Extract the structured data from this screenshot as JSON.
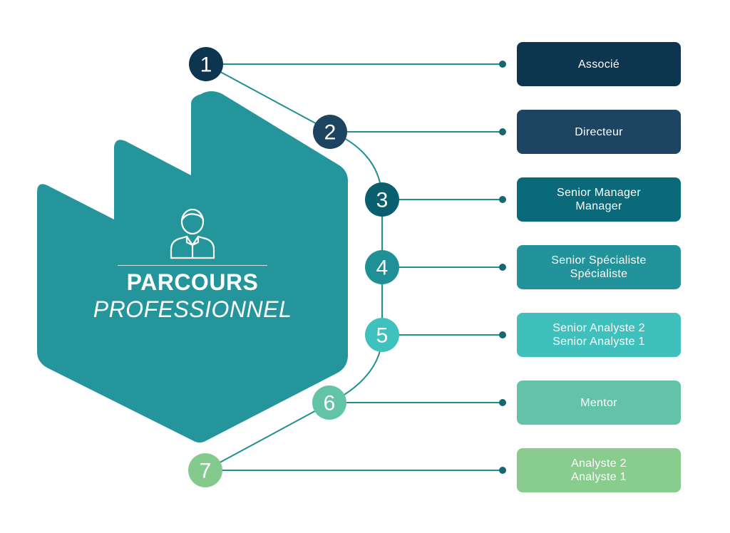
{
  "title": {
    "line1": "PARCOURS",
    "line2": "PROFESSIONNEL"
  },
  "icons": {
    "profile": "person-icon"
  },
  "colors": {
    "shape": "#24959a",
    "connector": "#1f8f8f",
    "dot": "#12686f"
  },
  "steps": [
    {
      "number": "1",
      "color": "#0d3550",
      "box_color": "#0d3550",
      "lines": [
        "Associé"
      ]
    },
    {
      "number": "2",
      "color": "#1c4460",
      "box_color": "#1d4460",
      "lines": [
        "Directeur"
      ]
    },
    {
      "number": "3",
      "color": "#0a5f6f",
      "box_color": "#0b6a7a",
      "lines": [
        "Senior Manager",
        "Manager"
      ]
    },
    {
      "number": "4",
      "color": "#1f9096",
      "box_color": "#22939a",
      "lines": [
        "Senior Spécialiste",
        "Spécialiste"
      ]
    },
    {
      "number": "5",
      "color": "#3fc1bd",
      "box_color": "#40c0bd",
      "lines": [
        "Senior Analyste 2",
        "Senior Analyste 1"
      ]
    },
    {
      "number": "6",
      "color": "#62c3a6",
      "box_color": "#62c3a8",
      "lines": [
        "Mentor"
      ]
    },
    {
      "number": "7",
      "color": "#85ca8d",
      "box_color": "#88cc8e",
      "lines": [
        "Analyste 2",
        "Analyste 1"
      ]
    }
  ]
}
